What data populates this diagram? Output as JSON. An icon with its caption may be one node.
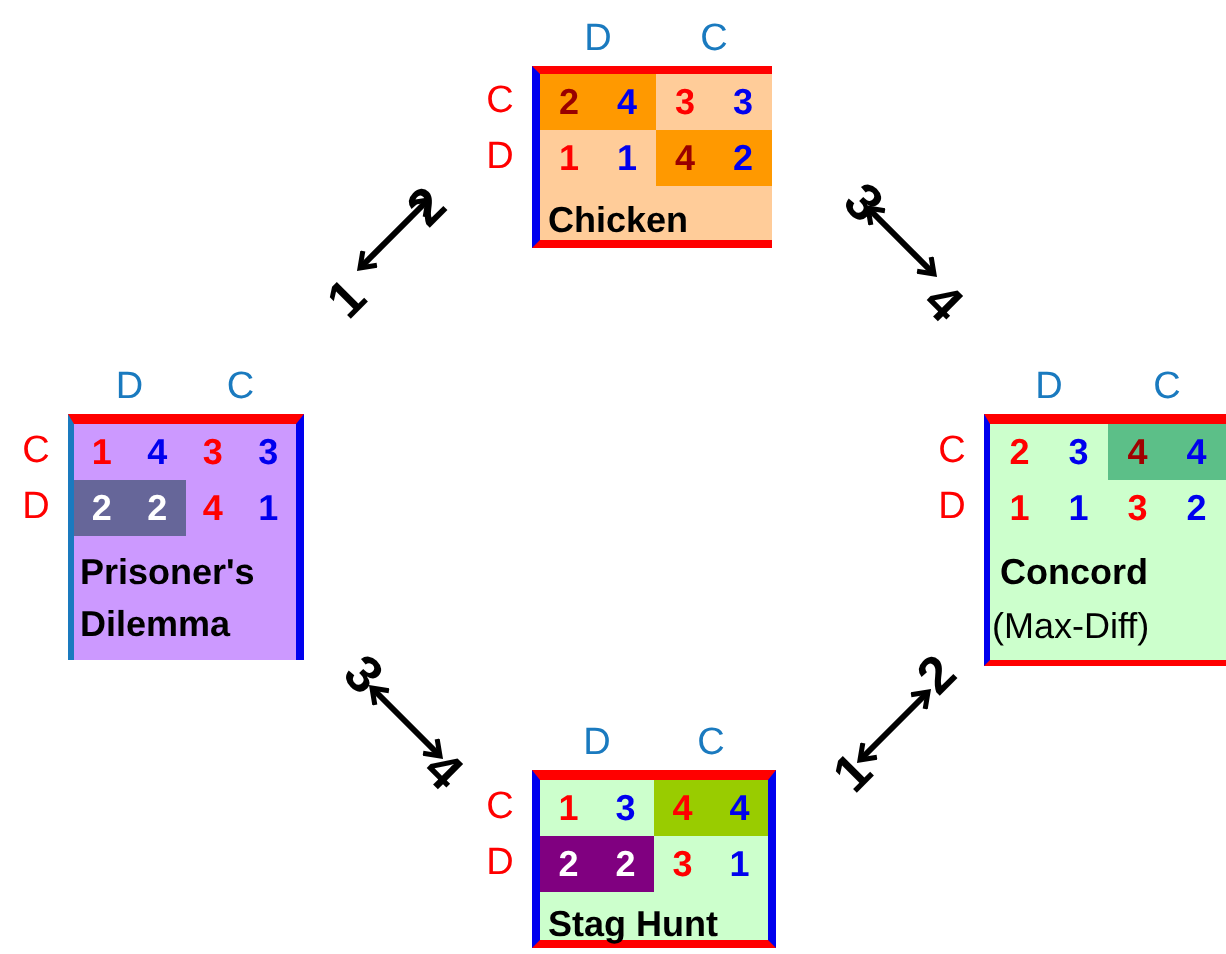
{
  "diagram": {
    "nodes": [
      {
        "text": [
          "Chicken"
        ]
      },
      {
        "text": [
          "Prisoner's Dilemma"
        ]
      },
      {
        "text": [
          "Concord",
          "(Max-Diff)"
        ]
      },
      {
        "text": [
          "Stag Hunt"
        ]
      }
    ],
    "edges": [
      {
        "from": 1,
        "to": 0,
        "arrow": "both"
      },
      {
        "from": 0,
        "to": 2,
        "arrow": "both"
      },
      {
        "from": 1,
        "to": 3,
        "arrow": "both"
      },
      {
        "from": 3,
        "to": 2,
        "arrow": "both"
      }
    ],
    "labels": [
      "D",
      "C",
      "C",
      "2",
      "4",
      "3",
      "3",
      "D",
      "1",
      "1",
      "4",
      "2",
      "1",
      "2",
      "3",
      "4",
      "D",
      "C",
      "C",
      "1",
      "4",
      "3",
      "3",
      "D",
      "2",
      "2",
      "4",
      "1",
      "D",
      "C",
      "C",
      "2",
      "3",
      "4",
      "4",
      "D",
      "1",
      "1",
      "3",
      "2",
      "3",
      "4",
      "1",
      "2",
      "D",
      "C",
      "C",
      "1",
      "3",
      "4",
      "4",
      "D",
      "2",
      "2",
      "3",
      "1"
    ]
  }
}
